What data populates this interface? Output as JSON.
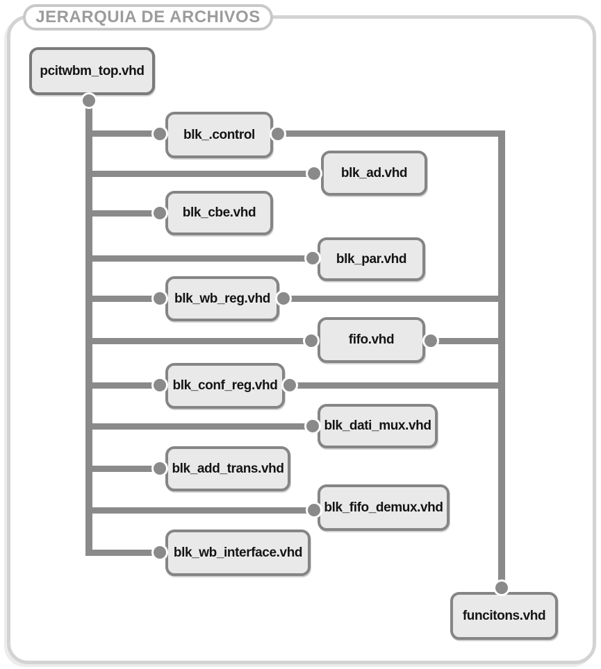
{
  "title": "JERARQUIA DE ARCHIVOS",
  "diagram": {
    "nodes": [
      {
        "label": "pcitwbm_top.vhd"
      },
      {
        "label": "blk_.control"
      },
      {
        "label": "blk_ad.vhd"
      },
      {
        "label": "blk_cbe.vhd"
      },
      {
        "label": "blk_par.vhd"
      },
      {
        "label": "blk_wb_reg.vhd"
      },
      {
        "label": "fifo.vhd"
      },
      {
        "label": "blk_conf_reg.vhd"
      },
      {
        "label": "blk_dati_mux.vhd"
      },
      {
        "label": "blk_add_trans.vhd"
      },
      {
        "label": "blk_fifo_demux.vhd"
      },
      {
        "label": "blk_wb_interface.vhd"
      },
      {
        "label": "funcitons.vhd"
      }
    ],
    "edges": {
      "pcitwbm_top.vhd": [
        "blk_.control",
        "blk_ad.vhd",
        "blk_cbe.vhd",
        "blk_par.vhd",
        "blk_wb_reg.vhd",
        "fifo.vhd",
        "blk_conf_reg.vhd",
        "blk_dati_mux.vhd",
        "blk_add_trans.vhd",
        "blk_fifo_demux.vhd",
        "blk_wb_interface.vhd"
      ],
      "funcitons.vhd_linked_from": [
        "blk_.control",
        "blk_wb_reg.vhd",
        "fifo.vhd",
        "blk_conf_reg.vhd"
      ]
    },
    "colors": {
      "line": "#8A8A8A",
      "node_fill": "#E9E9E9",
      "node_border": "#858585",
      "panel_border": "#D3D3D3",
      "title_text": "#9C9C9C",
      "label_text": "#141414"
    }
  }
}
